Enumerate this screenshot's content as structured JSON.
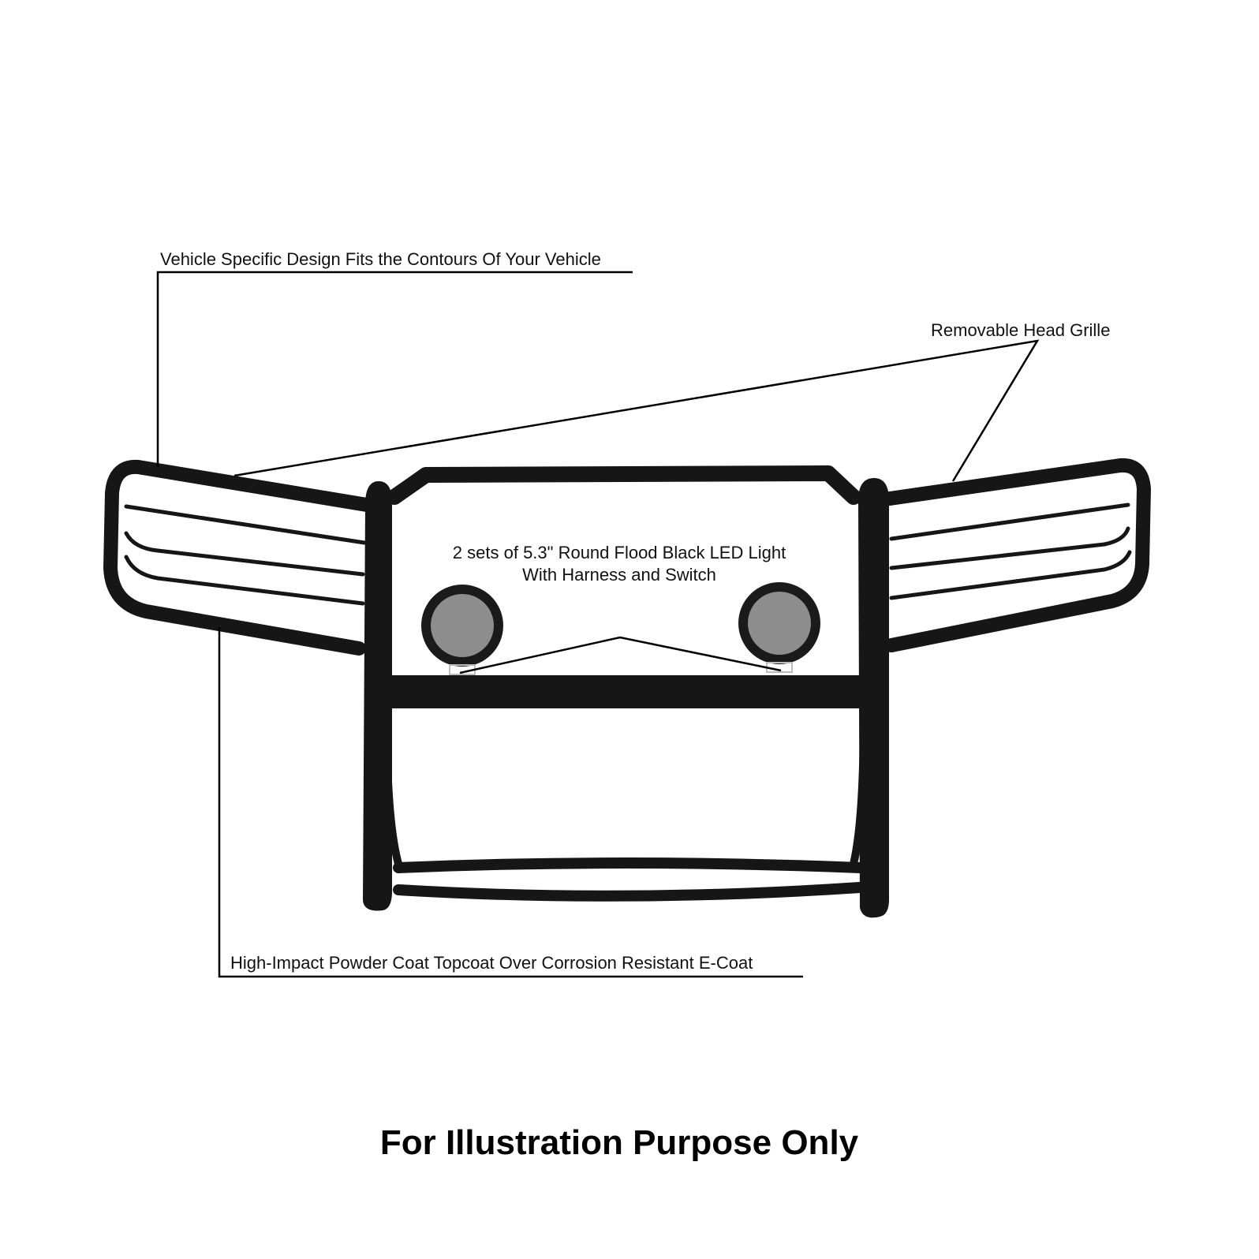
{
  "callouts": {
    "contours": "Vehicle Specific Design Fits the Contours Of Your Vehicle",
    "grille": "Removable Head Grille",
    "lights_line1": "2 sets of 5.3\" Round Flood Black LED Light",
    "lights_line2": "With Harness and Switch",
    "coating": "High-Impact Powder Coat Topcoat Over Corrosion Resistant E-Coat"
  },
  "footer": "For Illustration Purpose Only",
  "colors": {
    "tube": "#161616",
    "text": "#111111"
  }
}
